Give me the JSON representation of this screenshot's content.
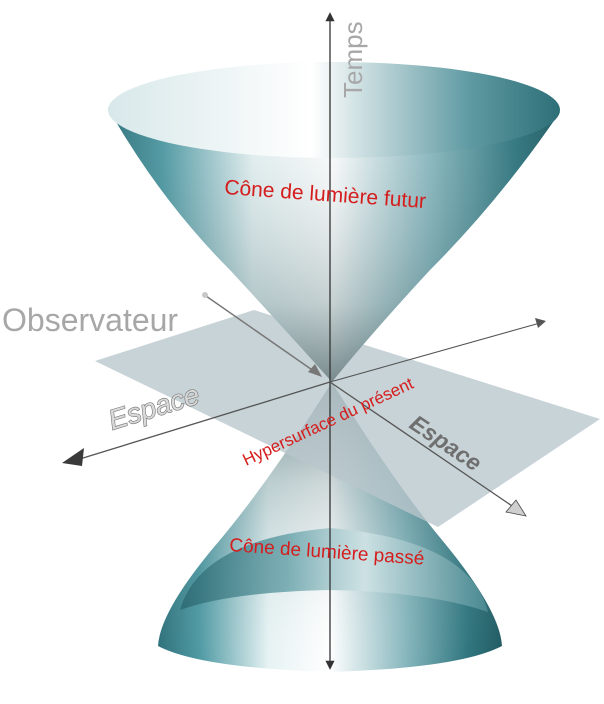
{
  "labels": {
    "time_axis": "Temps",
    "future_cone": "Cône de lumière futur",
    "past_cone": "Cône de lumière passé",
    "hypersurface": "Hypersurface du présent",
    "observer": "Observateur",
    "space_left": "Espace",
    "space_right": "Espace"
  },
  "colors": {
    "cone_teal": "#2f7c86",
    "label_red": "#d51d1d",
    "label_grey": "#a7a7a7",
    "plane": "#b9c7cc"
  }
}
